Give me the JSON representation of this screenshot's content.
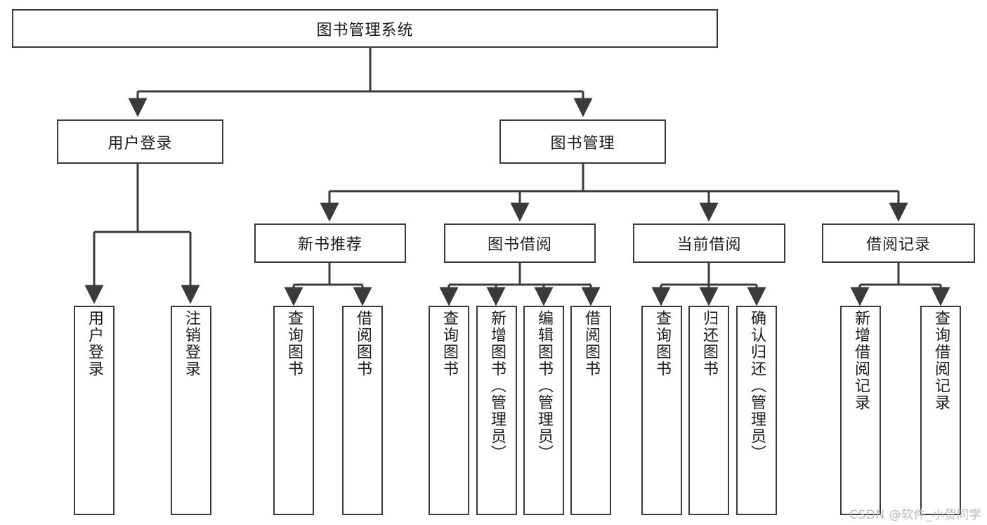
{
  "diagram": {
    "type": "tree-hierarchy",
    "title": "图书管理系统",
    "watermark": "CSDN @软件_小贺同学",
    "colors": {
      "stroke": "#3a3a3a",
      "fill": "#ffffff",
      "text": "#1c1c1c",
      "watermark": "#b9b9b9"
    },
    "levels": {
      "root": {
        "label": "图书管理系统"
      },
      "level2": [
        {
          "label": "用户登录"
        },
        {
          "label": "图书管理"
        }
      ],
      "level3": [
        {
          "label": "新书推荐"
        },
        {
          "label": "图书借阅"
        },
        {
          "label": "当前借阅"
        },
        {
          "label": "借阅记录"
        }
      ],
      "leaves": {
        "user_login": [
          {
            "label": "用户登录"
          },
          {
            "label": "注销登录"
          }
        ],
        "new_book": [
          {
            "label": "查询图书"
          },
          {
            "label": "借阅图书"
          }
        ],
        "book_borrow": [
          {
            "label": "查询图书"
          },
          {
            "label": "新增图书（管理员）"
          },
          {
            "label": "编辑图书（管理员）"
          },
          {
            "label": "借阅图书"
          }
        ],
        "current_borrow": [
          {
            "label": "查询图书"
          },
          {
            "label": "归还图书"
          },
          {
            "label": "确认归还（管理员）"
          }
        ],
        "borrow_record": [
          {
            "label": "新增借阅记录"
          },
          {
            "label": "查询借阅记录"
          }
        ]
      }
    }
  }
}
